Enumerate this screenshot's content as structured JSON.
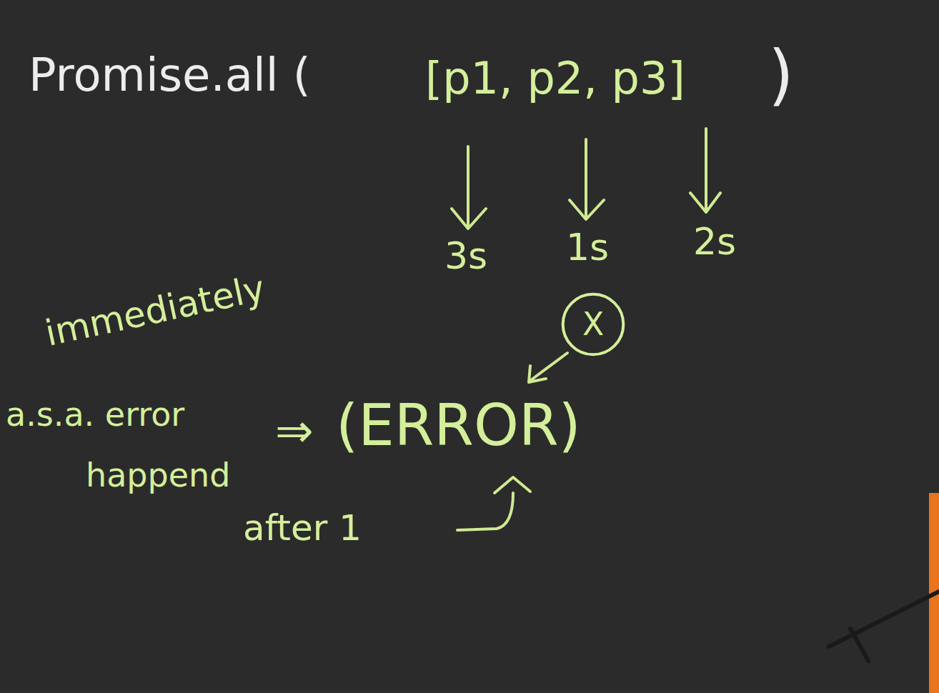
{
  "diagram": {
    "nodes": [
      {
        "text": [
          "X"
        ]
      }
    ],
    "labels": [
      "Promise.all (",
      "[p1, p2, p3]",
      ")",
      "3s",
      "1s",
      "2s",
      "immediately",
      "a.s.a. error",
      "happend",
      "⇒",
      "(ERROR)",
      "after 1"
    ]
  }
}
